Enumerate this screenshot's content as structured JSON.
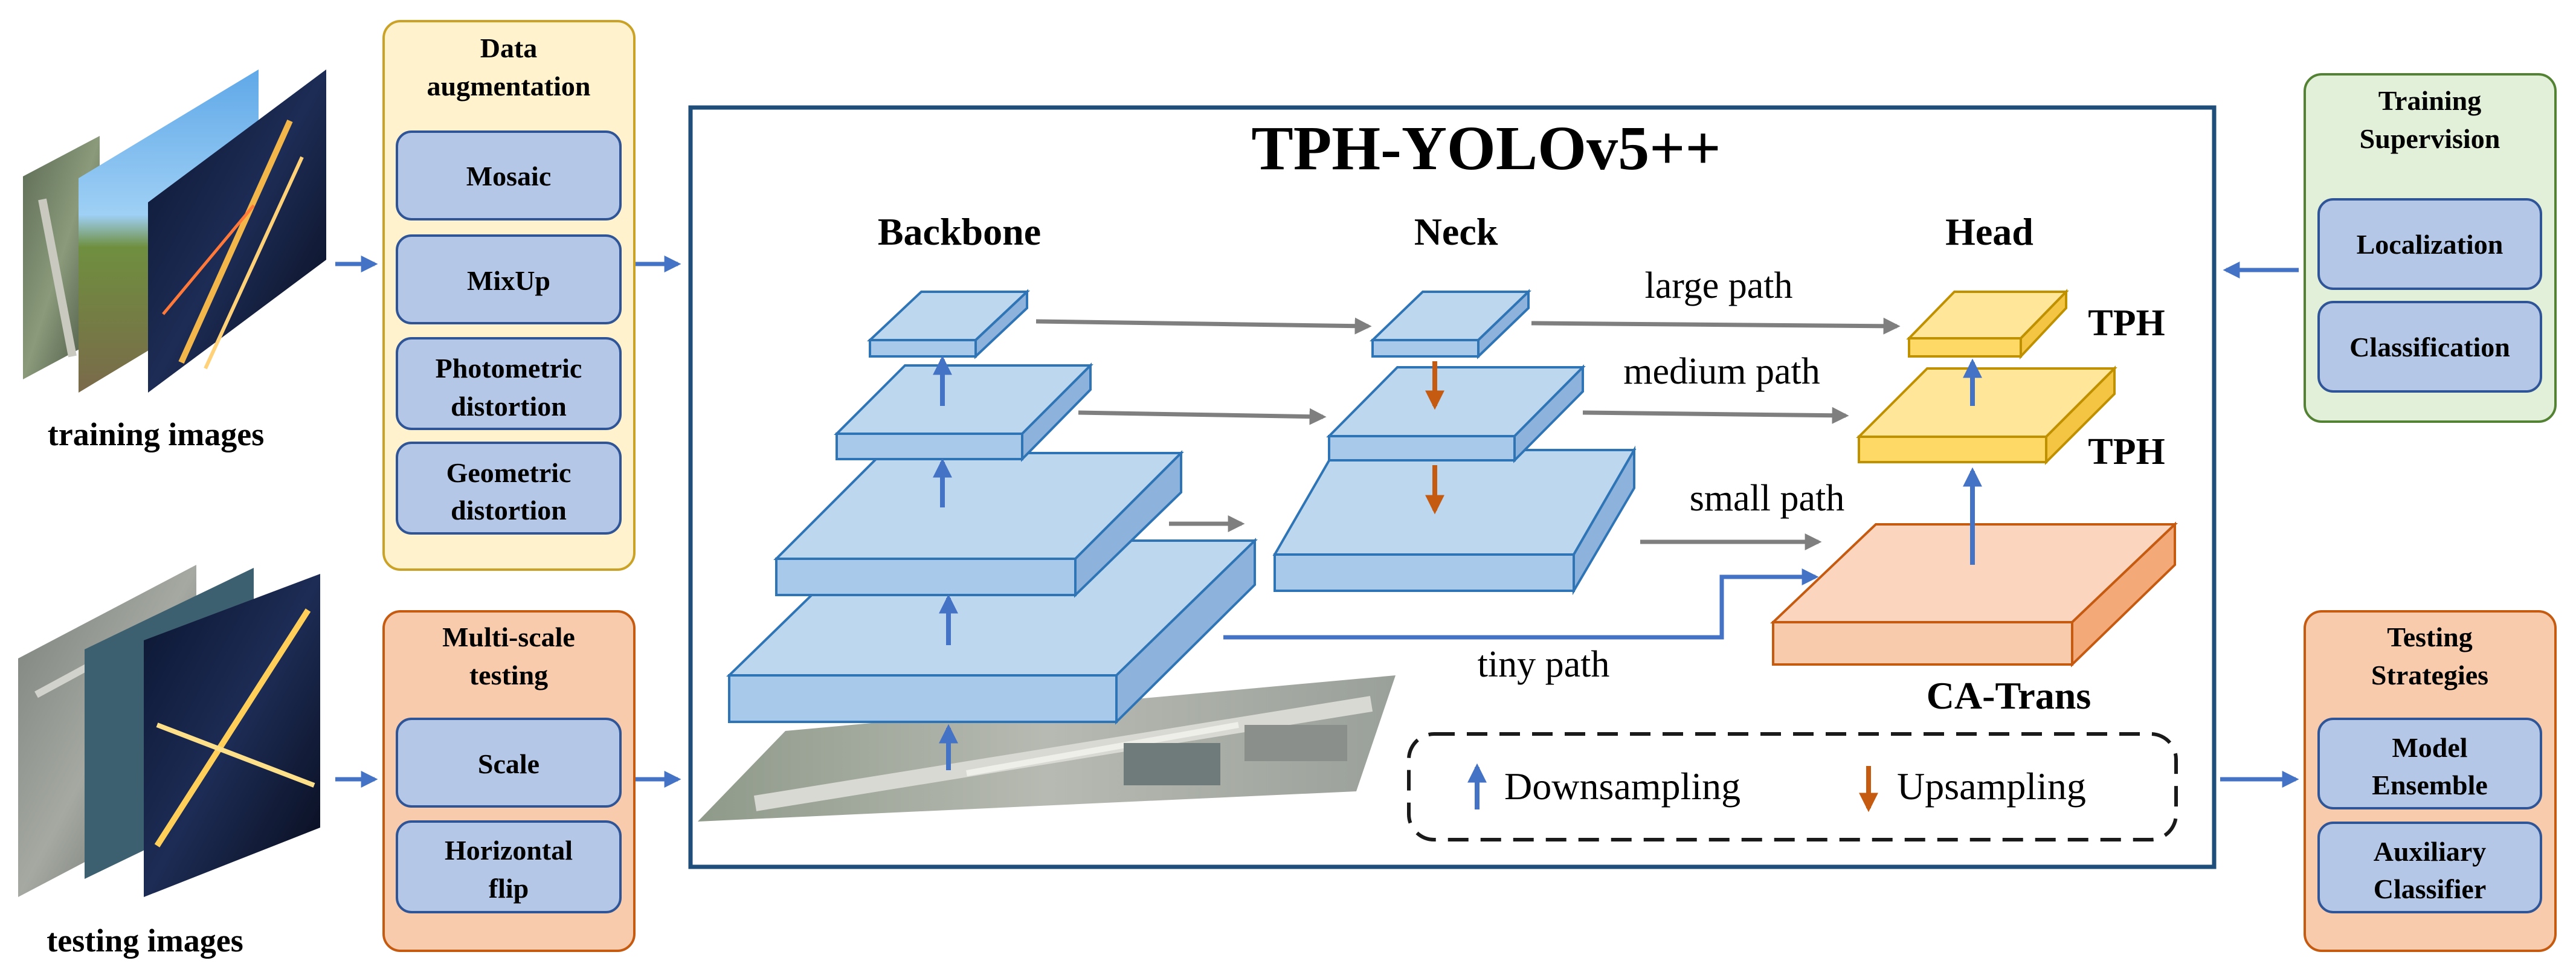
{
  "title": "TPH-YOLOv5++",
  "images": {
    "training_label": "training images",
    "testing_label": "testing images"
  },
  "data_augmentation": {
    "title_line1": "Data",
    "title_line2": "augmentation",
    "items": [
      {
        "line1": "Mosaic",
        "line2": ""
      },
      {
        "line1": "MixUp",
        "line2": ""
      },
      {
        "line1": "Photometric",
        "line2": "distortion"
      },
      {
        "line1": "Geometric",
        "line2": "distortion"
      }
    ]
  },
  "multiscale": {
    "title_line1": "Multi-scale",
    "title_line2": "testing",
    "items": [
      {
        "line1": "Scale",
        "line2": ""
      },
      {
        "line1": "Horizontal",
        "line2": "flip"
      }
    ]
  },
  "training_supervision": {
    "title_line1": "Training",
    "title_line2": "Supervision",
    "items": [
      {
        "line1": "Localization",
        "line2": ""
      },
      {
        "line1": "Classification",
        "line2": ""
      }
    ]
  },
  "testing_strategies": {
    "title_line1": "Testing",
    "title_line2": "Strategies",
    "items": [
      {
        "line1": "Model",
        "line2": "Ensemble"
      },
      {
        "line1": "Auxiliary",
        "line2": "Classifier"
      }
    ]
  },
  "sections": {
    "backbone": "Backbone",
    "neck": "Neck",
    "head": "Head"
  },
  "paths": {
    "large": "large path",
    "medium": "medium path",
    "small": "small path",
    "tiny": "tiny path"
  },
  "tph_label": "TPH",
  "ca_trans": "CA-Trans",
  "legend": {
    "downsampling": "Downsampling",
    "upsampling": "Upsampling"
  },
  "colors": {
    "blue_block": "#a9c9ea",
    "yellow_block": "#ffd96b",
    "orange_block": "#f8c3a4",
    "frame": "#1e4e79",
    "arrow_blue": "#4472c4",
    "arrow_orange": "#c55a11",
    "arrow_gray": "#7f7f7f",
    "panel_yellow": "#fff2cc",
    "panel_orange": "#f8cbad",
    "panel_green": "#e2f0d9"
  }
}
